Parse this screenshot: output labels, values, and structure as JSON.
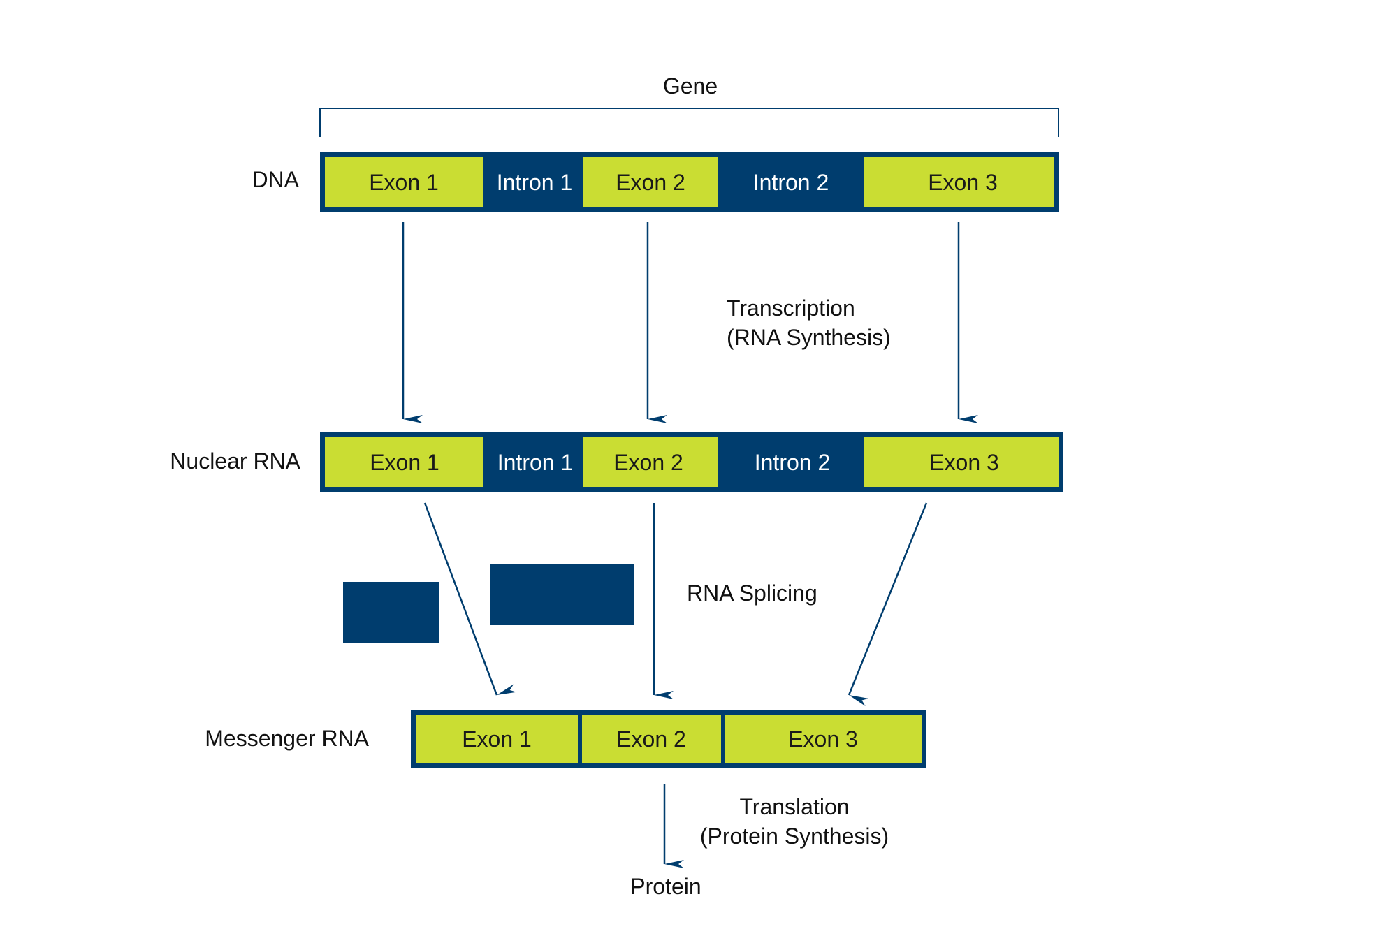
{
  "colors": {
    "exon": "#cadd33",
    "intron": "#003d6e",
    "text": "#111111"
  },
  "gene": {
    "label": "Gene"
  },
  "dna": {
    "label": "DNA",
    "segments": [
      {
        "type": "exon",
        "label": "Exon 1"
      },
      {
        "type": "intron",
        "label": "Intron 1"
      },
      {
        "type": "exon",
        "label": "Exon 2"
      },
      {
        "type": "intron",
        "label": "Intron 2"
      },
      {
        "type": "exon",
        "label": "Exon 3"
      }
    ]
  },
  "transcription": {
    "line1": "Transcription",
    "line2": "(RNA Synthesis)"
  },
  "nuclear_rna": {
    "label": "Nuclear RNA",
    "segments": [
      {
        "type": "exon",
        "label": "Exon 1"
      },
      {
        "type": "intron",
        "label": "Intron 1"
      },
      {
        "type": "exon",
        "label": "Exon 2"
      },
      {
        "type": "intron",
        "label": "Intron 2"
      },
      {
        "type": "exon",
        "label": "Exon 3"
      }
    ]
  },
  "splicing": {
    "label": "RNA Splicing"
  },
  "messenger_rna": {
    "label": "Messenger RNA",
    "segments": [
      {
        "type": "exon",
        "label": "Exon 1"
      },
      {
        "type": "exon",
        "label": "Exon 2"
      },
      {
        "type": "exon",
        "label": "Exon 3"
      }
    ]
  },
  "translation": {
    "line1": "Translation",
    "line2": "(Protein Synthesis)"
  },
  "protein": {
    "label": "Protein"
  }
}
